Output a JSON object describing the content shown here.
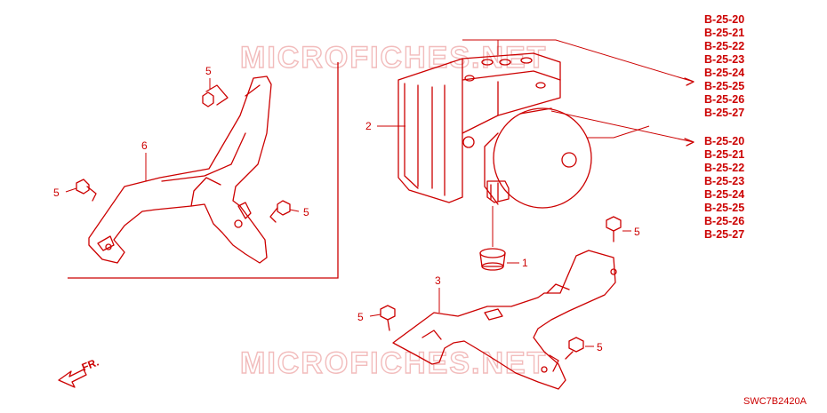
{
  "watermark": {
    "text": "MICROFICHES.NET"
  },
  "parts": [
    {
      "id": "1",
      "label": "1"
    },
    {
      "id": "2",
      "label": "2"
    },
    {
      "id": "3",
      "label": "3"
    },
    {
      "id": "5a",
      "label": "5"
    },
    {
      "id": "5b",
      "label": "5"
    },
    {
      "id": "5c",
      "label": "5"
    },
    {
      "id": "5d",
      "label": "5"
    },
    {
      "id": "5e",
      "label": "5"
    },
    {
      "id": "5f",
      "label": "5"
    },
    {
      "id": "6",
      "label": "6"
    }
  ],
  "references": {
    "group_top": [
      "B-25-20",
      "B-25-21",
      "B-25-22",
      "B-25-23",
      "B-25-24",
      "B-25-25",
      "B-25-26",
      "B-25-27"
    ],
    "group_bottom": [
      "B-25-20",
      "B-25-21",
      "B-25-22",
      "B-25-23",
      "B-25-24",
      "B-25-25",
      "B-25-26",
      "B-25-27"
    ]
  },
  "front_indicator": {
    "text": "FR."
  },
  "diagram_code": "SWC7B2420A",
  "colors": {
    "line": "#cc0000",
    "watermark": "#f2bcbc",
    "background": "#ffffff"
  }
}
